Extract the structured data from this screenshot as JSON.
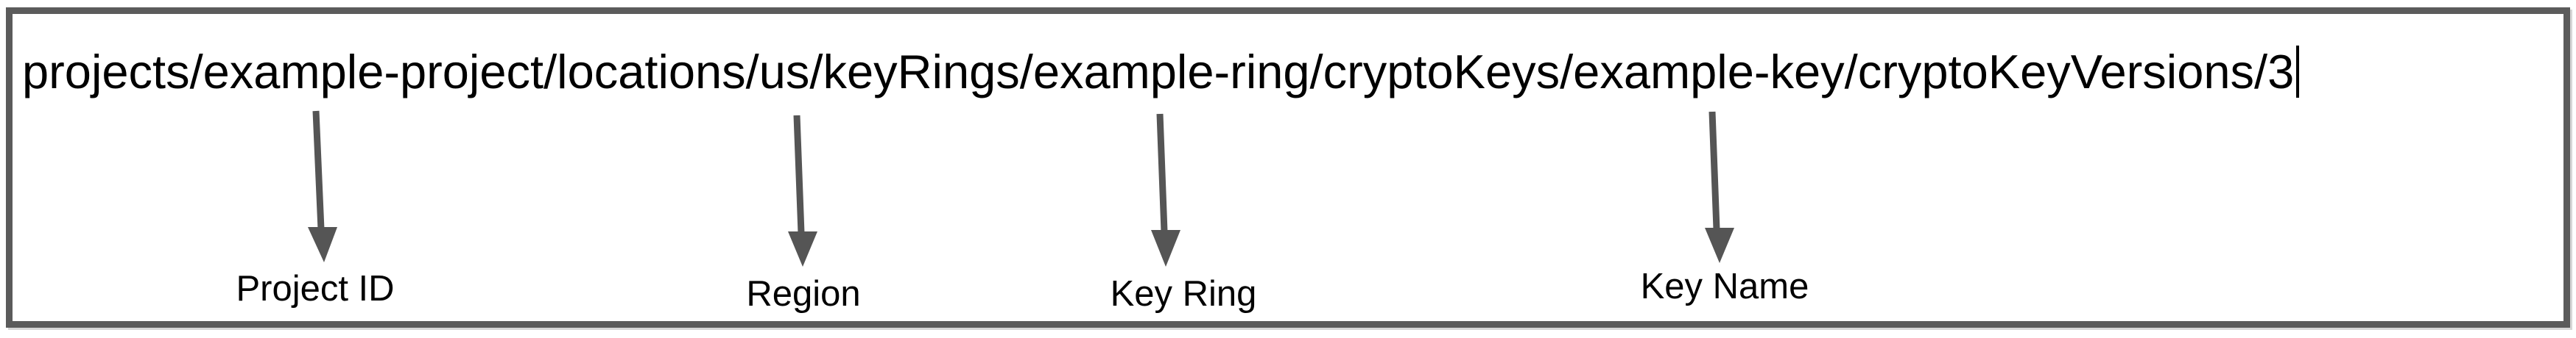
{
  "diagram": {
    "resource_path": "projects/example-project/locations/us/keyRings/example-ring/cryptoKeys/example-key/cryptoKeyVersions/3",
    "annotations": [
      {
        "label": "Project ID",
        "points_to": "example-project"
      },
      {
        "label": "Region",
        "points_to": "us"
      },
      {
        "label": "Key Ring",
        "points_to": "example-ring"
      },
      {
        "label": "Key Name",
        "points_to": "example-key"
      }
    ],
    "colors": {
      "border": "#5b5b5b",
      "arrow": "#555555",
      "text": "#000000",
      "background": "#ffffff"
    }
  }
}
